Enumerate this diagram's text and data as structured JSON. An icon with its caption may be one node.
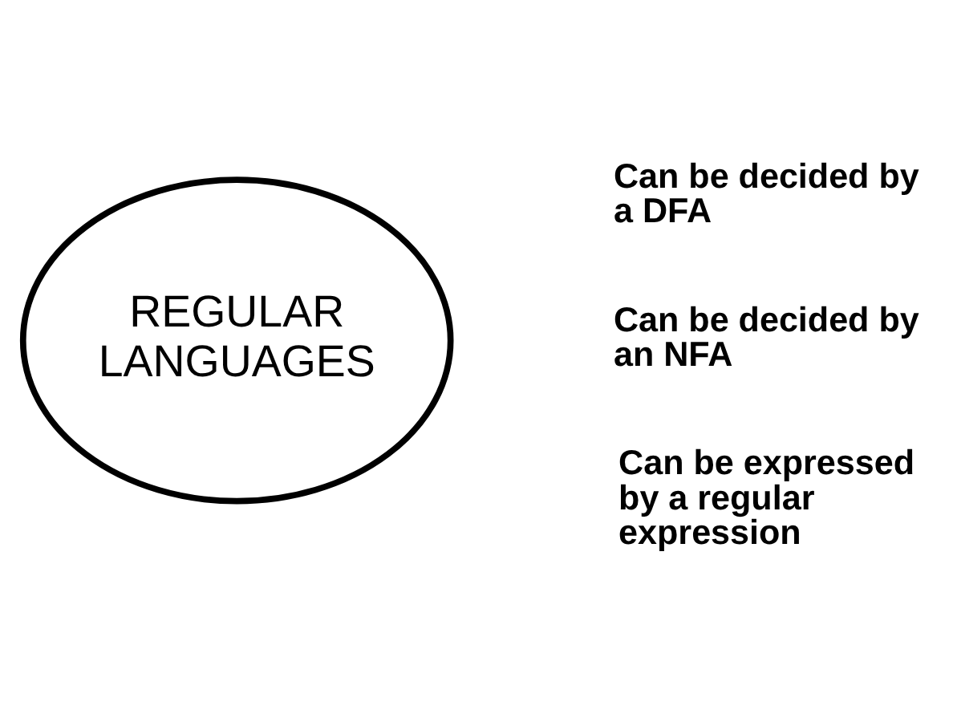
{
  "diagram": {
    "nodes": [
      {
        "text": [
          "REGULAR LANGUAGES"
        ]
      }
    ],
    "labels": [
      "Can be decided by a DFA",
      "Can be decided by an NFA",
      "Can be expressed by a regular expression"
    ]
  }
}
